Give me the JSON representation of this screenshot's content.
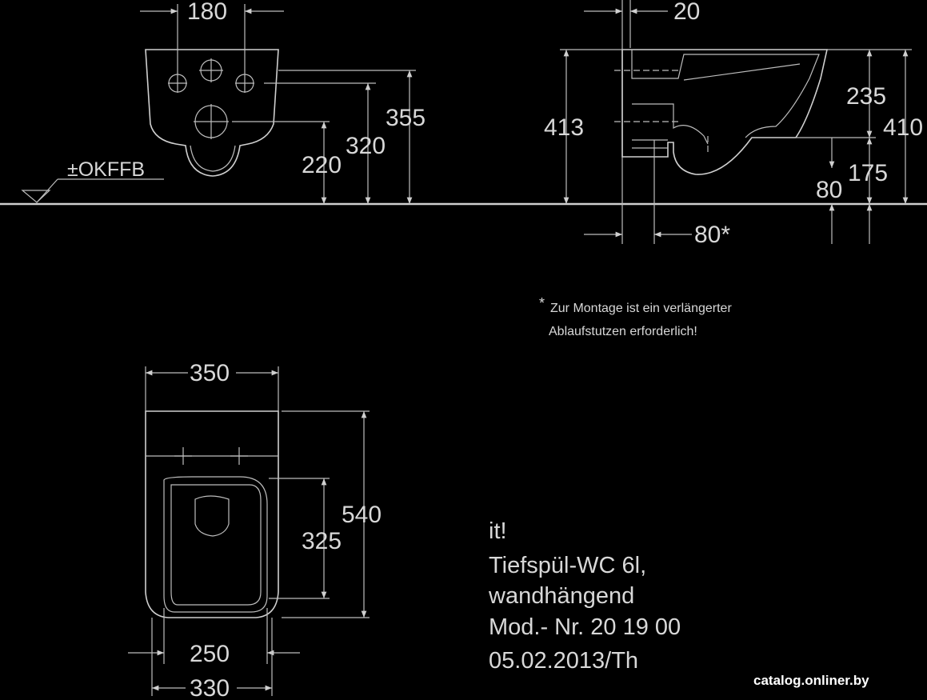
{
  "dimensions": {
    "front_view": {
      "bolt_spacing": "180",
      "height_total": "355",
      "height_top": "320",
      "height_mid": "220",
      "floor_ref": "±OKFFB"
    },
    "side_view": {
      "wall_offset": "20",
      "height_left": "413",
      "height_235": "235",
      "height_410": "410",
      "height_175": "175",
      "height_80": "80",
      "outlet_offset": "80*"
    },
    "top_view": {
      "width_top": "350",
      "length": "540",
      "seat_length": "325",
      "seat_width": "250",
      "width_bottom": "330"
    }
  },
  "note": {
    "asterisk": "*",
    "line1": "Zur Montage ist ein verlängerter",
    "line2": "Ablaufstutzen erforderlich!"
  },
  "title_block": {
    "line1": "it!",
    "line2": "Tiefspül-WC 6l,",
    "line3": "wandhängend",
    "line4": "Mod.- Nr. 20 19 00",
    "line5": "05.02.2013/Th"
  },
  "watermark": "catalog.onliner.by",
  "colors": {
    "background": "#000000",
    "linework": "#cfcfcf"
  }
}
